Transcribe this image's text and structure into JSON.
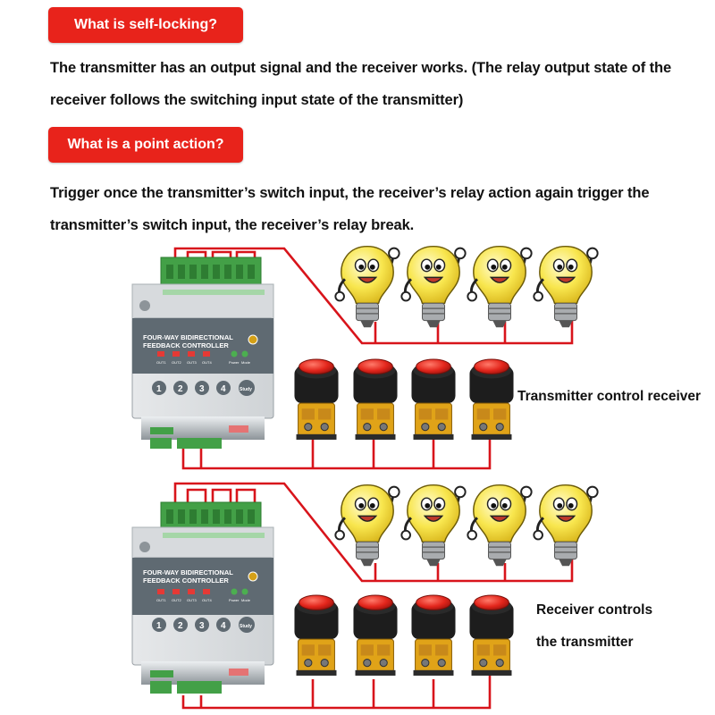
{
  "section1": {
    "title": "What is self-locking?",
    "text_line1": "The transmitter has an output signal and the receiver works. (The relay output state of the",
    "text_line2": "receiver follows the switching input state of the transmitter)"
  },
  "section2": {
    "title": "What is a point action?",
    "text_line1": "Trigger once the transmitter’s switch input, the receiver’s relay action again trigger the",
    "text_line2": "transmitter’s switch input, the receiver’s relay break."
  },
  "diagram1": {
    "caption": "Transmitter control receiver"
  },
  "diagram2": {
    "caption_line1": "Receiver controls",
    "caption_line2": "the transmitter"
  },
  "controller": {
    "title_line1": "FOUR-WAY BIDIRECTIONAL",
    "title_line2": "FEEDBACK CONTROLLER",
    "out_labels": [
      "OUT1",
      "OUT2",
      "OUT3",
      "OUT4"
    ],
    "button_labels": [
      "1",
      "2",
      "3",
      "4"
    ],
    "study_label": "Study",
    "power_label": "Power",
    "mode_label": "Mode"
  },
  "colors": {
    "accent_red": "#e8231b",
    "wire_red": "#d8141b",
    "terminal_green": "#4caf50",
    "bulb_yellow": "#f6e04a"
  }
}
